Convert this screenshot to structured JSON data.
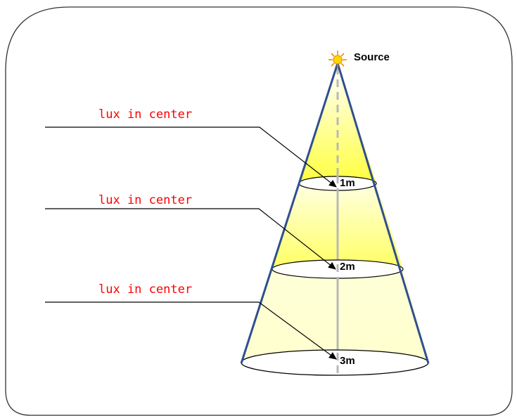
{
  "source": {
    "label": "Source",
    "icon": "sun-icon",
    "icon_color": "#ffd700"
  },
  "levels": [
    {
      "distance_label": "1m",
      "callout": "lux in center"
    },
    {
      "distance_label": "2m",
      "callout": "lux in center"
    },
    {
      "distance_label": "3m",
      "callout": "lux in center"
    }
  ],
  "colors": {
    "cone_edge": "#2f4f8f",
    "axis": "#b0b0b0",
    "callout_text": "#ff0000",
    "light_strong": "#ffff44",
    "light_pale": "#ffffcc",
    "frame": "#333333"
  }
}
